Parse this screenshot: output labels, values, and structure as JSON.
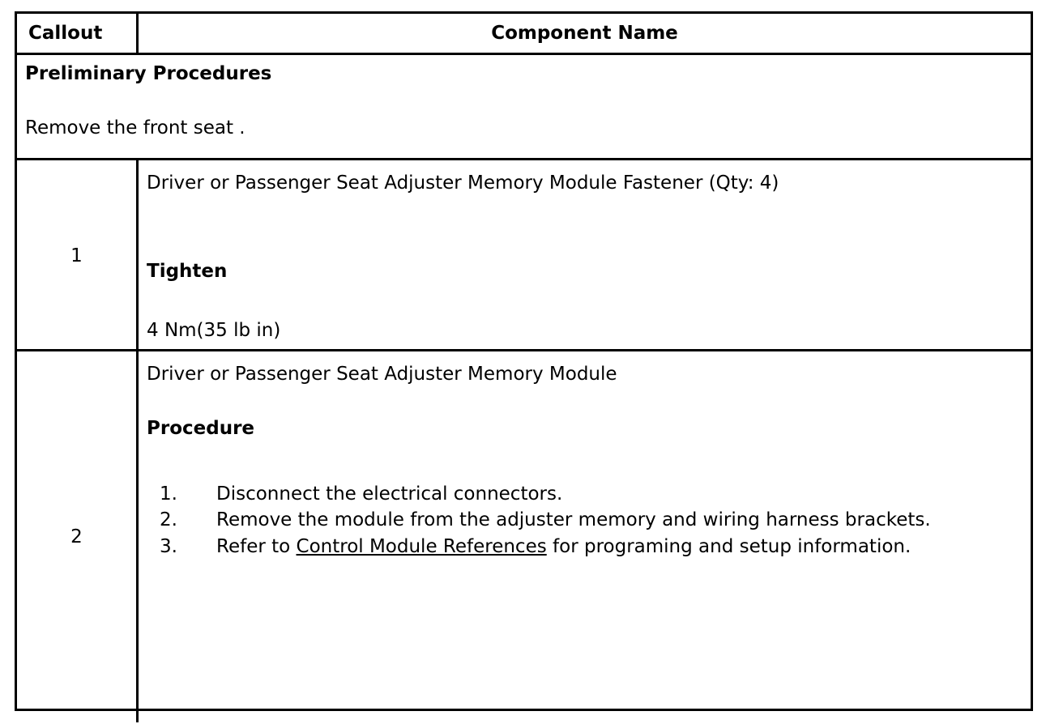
{
  "table": {
    "header": {
      "callout_label": "Callout",
      "component_label": "Component Name"
    },
    "preliminary": {
      "title": "Preliminary Procedures",
      "text": "Remove the front seat ."
    },
    "rows": [
      {
        "callout": "1",
        "name": "Driver or Passenger Seat Adjuster Memory Module Fastener (Qty: 4)",
        "tighten_label": "Tighten",
        "torque": "4 Nm(35 lb in)"
      },
      {
        "callout": "2",
        "name": "Driver or Passenger Seat Adjuster Memory Module",
        "procedure_label": "Procedure",
        "steps": [
          {
            "number": "1.",
            "text": "Disconnect the electrical connectors."
          },
          {
            "number": "2.",
            "text": "Remove the module from the adjuster memory and wiring harness brackets."
          },
          {
            "number": "3.",
            "prefix": "Refer to ",
            "link": "Control Module References",
            "suffix": " for programing and setup information."
          }
        ]
      }
    ]
  },
  "colors": {
    "border": "#000000",
    "text": "#000000",
    "background": "#ffffff"
  }
}
